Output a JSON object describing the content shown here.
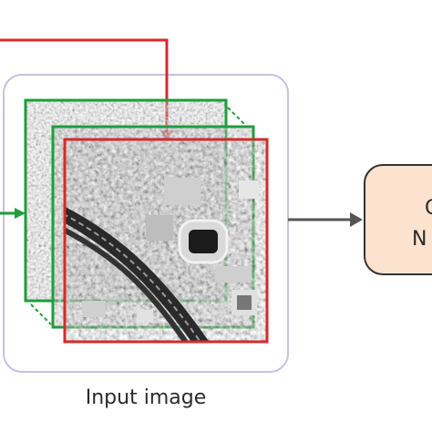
{
  "diagram": {
    "input_label": "Input image",
    "network_label_line1": "C",
    "network_label_line2": "N"
  },
  "colors": {
    "red_band": "#d62a2a",
    "green_band": "#1e9e3a",
    "arrow_gray": "#555555",
    "frame_border": "#c9bfe0",
    "network_fill": "#fbe3d0",
    "network_border": "#333333"
  }
}
